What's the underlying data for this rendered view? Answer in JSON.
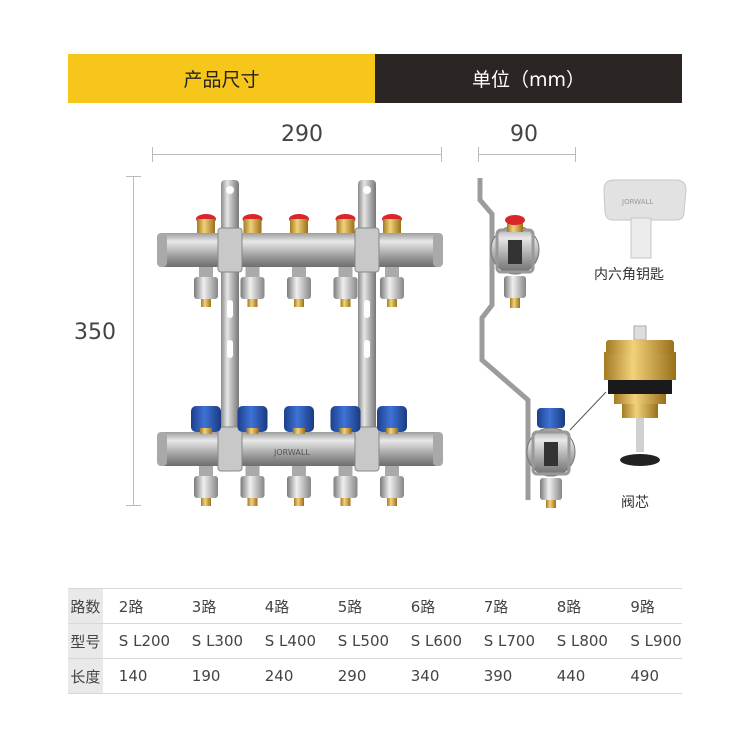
{
  "header": {
    "left_label": "产品尺寸",
    "right_label": "单位（mm）"
  },
  "dimensions": {
    "width": "290",
    "depth": "90",
    "height": "350"
  },
  "captions": {
    "key": "内六角钥匙",
    "core": "阀芯"
  },
  "brand": "JORWALL",
  "valve_count": 5,
  "colors": {
    "header_yellow": "#f6c61a",
    "header_dark": "#2b2523",
    "cap_red": "#d8262b",
    "knob_blue": "#2a5bb8",
    "brass": "#d4a640"
  },
  "table": {
    "rows": [
      {
        "label": "路数",
        "cells": [
          "2路",
          "3路",
          "4路",
          "5路",
          "6路",
          "7路",
          "8路",
          "9路"
        ]
      },
      {
        "label": "型号",
        "cells": [
          "S L200",
          "S L300",
          "S L400",
          "S L500",
          "S L600",
          "S L700",
          "S L800",
          "S L900"
        ]
      },
      {
        "label": "长度",
        "cells": [
          "140",
          "190",
          "240",
          "290",
          "340",
          "390",
          "440",
          "490"
        ]
      }
    ]
  }
}
